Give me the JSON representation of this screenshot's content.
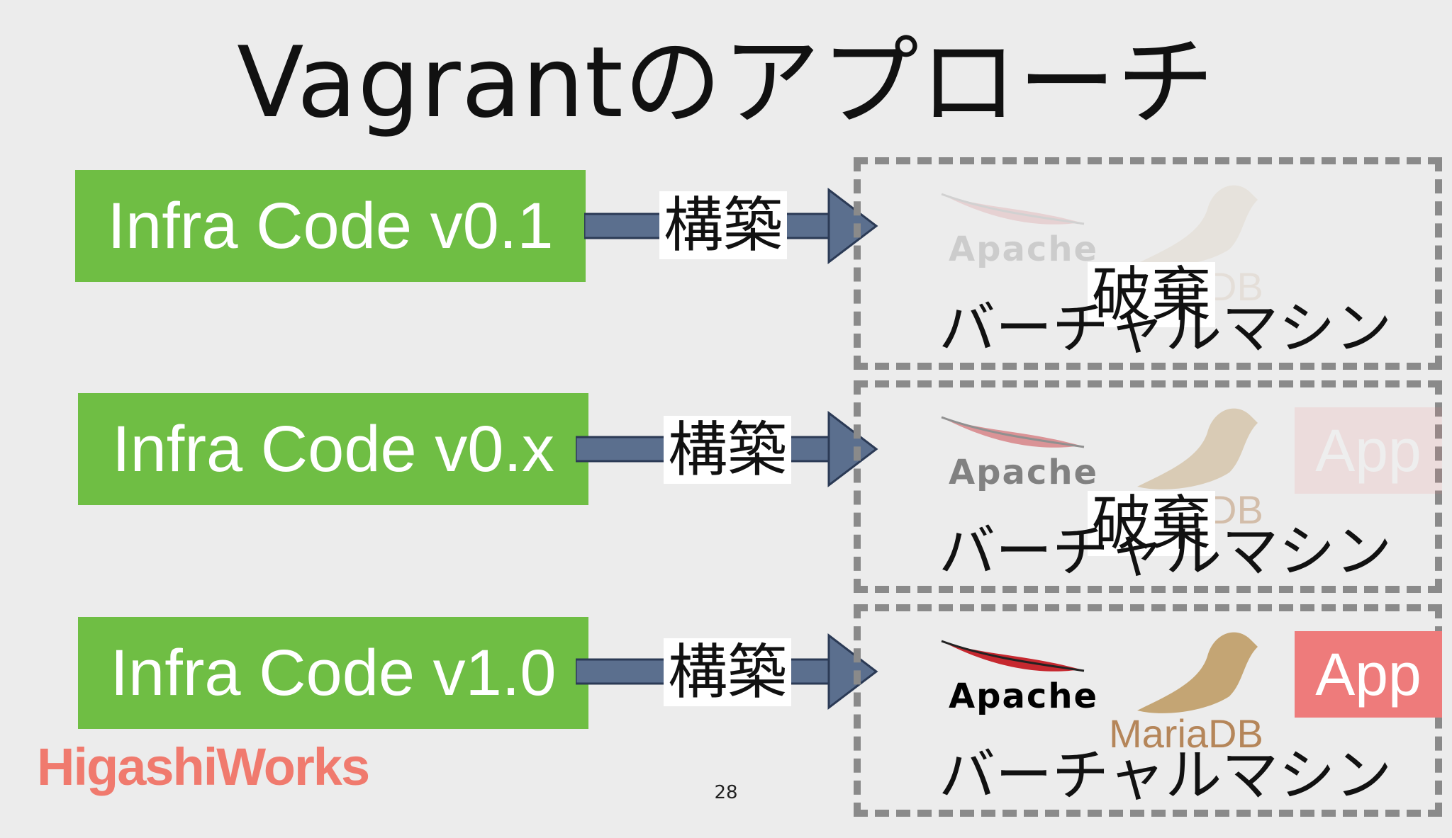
{
  "title": "Vagrantのアプローチ",
  "rows": [
    {
      "code_label": "Infra Code v0.1",
      "build_label": "構築",
      "vm_label": "バーチャルマシン",
      "apache_label": "Apache",
      "mariadb_label": "MariaDB",
      "app_label": "",
      "destroy_label": "破棄"
    },
    {
      "code_label": "Infra Code v0.x",
      "build_label": "構築",
      "vm_label": "バーチャルマシン",
      "apache_label": "Apache",
      "mariadb_label": "MariaDB",
      "app_label": "App",
      "destroy_label": "破棄"
    },
    {
      "code_label": "Infra Code v1.0",
      "build_label": "構築",
      "vm_label": "バーチャルマシン",
      "apache_label": "Apache",
      "mariadb_label": "MariaDB",
      "app_label": "App",
      "destroy_label": ""
    }
  ],
  "colors": {
    "code_box": "#6fbe44",
    "arrow": "#5b6f8e",
    "app_badge": "#ee7b7b",
    "vm_border": "#8a8a8a",
    "logo": "#f07a6e"
  },
  "logo_text": "HigashiWorks",
  "page_number": "28"
}
